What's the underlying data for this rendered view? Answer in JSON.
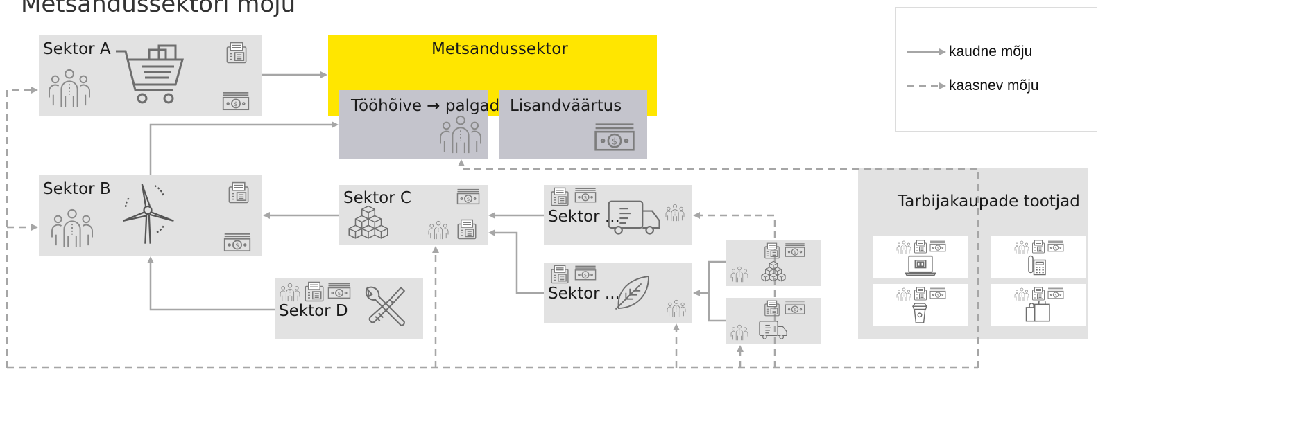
{
  "page": {
    "title": "Metsandussektori mõju"
  },
  "legend": {
    "direct": "kaudne mõju",
    "indirect": "kaasnev mõju"
  },
  "nodes": {
    "sektor_a": "Sektor A",
    "sektor_b": "Sektor B",
    "sektor_c": "Sektor C",
    "sektor_d": "Sektor D",
    "sektor_e": "Sektor ...",
    "sektor_f": "Sektor ...",
    "metsandussektor": "Metsandussektor",
    "employment": "Tööhõive → palgad",
    "value_added": "Lisandväärtus",
    "consumer_goods": "Tarbijakaupade tootjad"
  },
  "icons": {
    "people": "people-icon",
    "cart": "shopping-cart-icon",
    "calculator": "calculator-icon",
    "money": "money-icon",
    "wind": "wind-turbine-icon",
    "boxes": "boxes-icon",
    "truck": "truck-icon",
    "leaf": "leaf-icon",
    "tools": "tools-icon",
    "laptop": "laptop-icon",
    "phone": "phone-icon",
    "cup": "coffee-cup-icon",
    "bags": "shopping-bags-icon"
  },
  "colors": {
    "accent": "#ffe600",
    "box": "#e2e2e2",
    "box_dark": "#c4c4cc",
    "arrow": "#a6a6a6"
  }
}
